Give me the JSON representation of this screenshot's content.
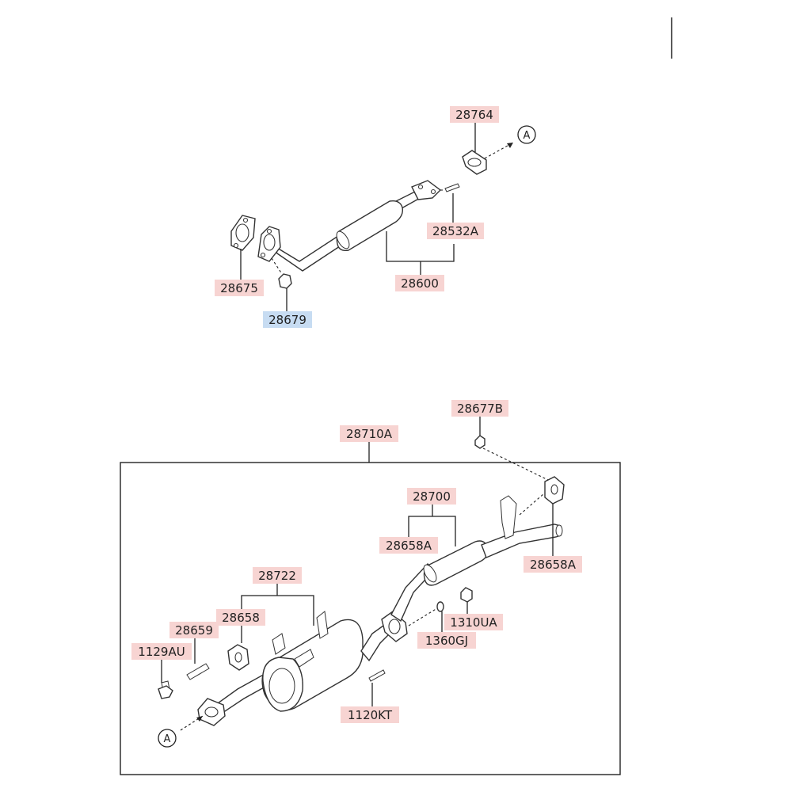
{
  "diagram": {
    "selected_part": "28679",
    "parts": {
      "p28764": "28764",
      "p28532A": "28532A",
      "p28675": "28675",
      "p28600": "28600",
      "p28679": "28679",
      "p28710A": "28710A",
      "p28677B": "28677B",
      "p28700": "28700",
      "p28658A_1": "28658A",
      "p28658A_2": "28658A",
      "p28722": "28722",
      "p28658": "28658",
      "p28659": "28659",
      "p1129AU": "1129AU",
      "p1310UA": "1310UA",
      "p1360GJ": "1360GJ",
      "p1120KT": "1120KT"
    },
    "reference_markers": {
      "upper": "A",
      "lower": "A"
    },
    "colors": {
      "label_bg": "#f7d4d2",
      "selected_label_bg": "#c7dcf2",
      "line": "#222222"
    }
  }
}
